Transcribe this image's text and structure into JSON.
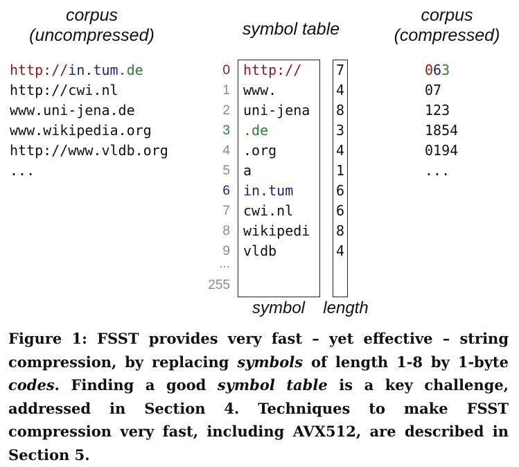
{
  "headings": {
    "uncompressed": [
      "corpus",
      "(uncompressed)"
    ],
    "symbol_table": "symbol table",
    "compressed": [
      "corpus",
      "(compressed)"
    ]
  },
  "corpus_uncompressed": [
    [
      {
        "t": "http://",
        "c": "#8b1a1a"
      },
      {
        "t": "in.tum",
        "c": "#1f1f7a"
      },
      {
        "t": ".de",
        "c": "#2e7d32"
      }
    ],
    [
      {
        "t": "http://cwi.nl"
      }
    ],
    [
      {
        "t": "www.uni-jena.de"
      }
    ],
    [
      {
        "t": "www.wikipedia.org"
      }
    ],
    [
      {
        "t": "http://www.vldb.org"
      }
    ],
    [
      {
        "t": "..."
      }
    ]
  ],
  "symbol_table": {
    "rows": [
      {
        "code": "0",
        "symbol": "http://",
        "length": "7",
        "color": "#8b1a1a"
      },
      {
        "code": "1",
        "symbol": "www.",
        "length": "4"
      },
      {
        "code": "2",
        "symbol": "uni-jena",
        "length": "8"
      },
      {
        "code": "3",
        "symbol": ".de",
        "length": "3",
        "color": "#2e7d32"
      },
      {
        "code": "4",
        "symbol": ".org",
        "length": "4"
      },
      {
        "code": "5",
        "symbol": "a",
        "length": "1"
      },
      {
        "code": "6",
        "symbol": "in.tum",
        "length": "6",
        "color": "#1f1f7a"
      },
      {
        "code": "7",
        "symbol": "cwi.nl",
        "length": "6"
      },
      {
        "code": "8",
        "symbol": "wikipedi",
        "length": "8"
      },
      {
        "code": "9",
        "symbol": "vldb",
        "length": "4"
      }
    ],
    "ellipsis": "...",
    "last_index": "255",
    "symbol_label": "symbol",
    "length_label": "length"
  },
  "corpus_compressed": [
    [
      {
        "t": "0",
        "c": "#8b1a1a"
      },
      {
        "t": "6",
        "c": "#1f1f7a"
      },
      {
        "t": "3",
        "c": "#2e7d32"
      }
    ],
    [
      {
        "t": "07"
      }
    ],
    [
      {
        "t": "123"
      }
    ],
    [
      {
        "t": "1854"
      }
    ],
    [
      {
        "t": "0194"
      }
    ],
    [
      {
        "t": "..."
      }
    ]
  ],
  "caption": {
    "segments": [
      {
        "t": "Figure 1: FSST provides very fast – yet effective – string compression, by replacing "
      },
      {
        "t": "symbols",
        "italic": true
      },
      {
        "t": " of length 1-8 by 1-byte "
      },
      {
        "t": "codes",
        "italic": true
      },
      {
        "t": ". Finding a good "
      },
      {
        "t": "symbol table",
        "italic": true
      },
      {
        "t": " is a key challenge, addressed in Section 4. Techniques to make FSST compression very fast, including AVX512, are described in Section 5."
      }
    ]
  },
  "colors": {
    "text": "#111111",
    "index_gray": "#8a8a8a",
    "red": "#8b1a1a",
    "blue": "#1f1f7a",
    "green": "#2e7d32"
  }
}
